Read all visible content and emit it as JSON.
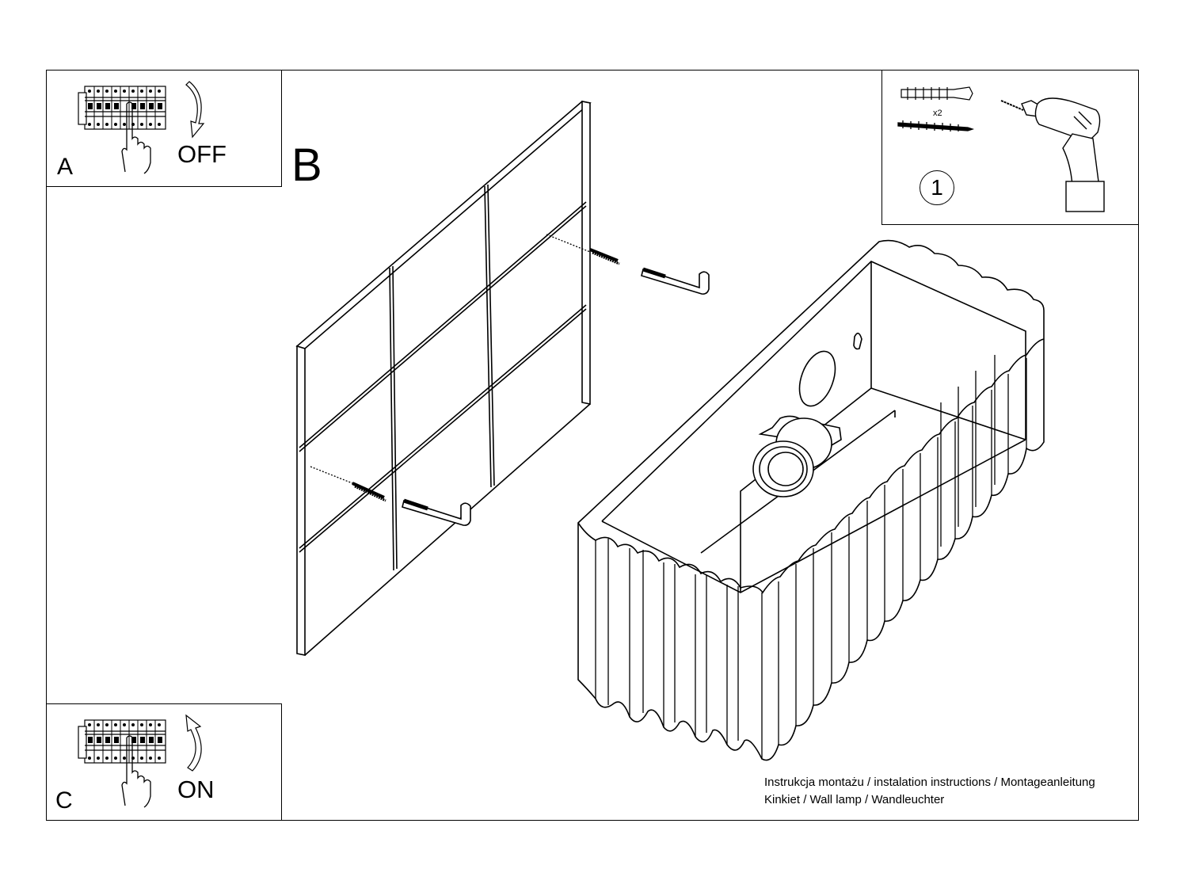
{
  "panels": {
    "a": {
      "letter": "A",
      "state": "OFF"
    },
    "b": {
      "letter": "B"
    },
    "c": {
      "letter": "C",
      "state": "ON"
    }
  },
  "tools": {
    "quantity": "x2",
    "step_number": "1"
  },
  "caption": {
    "line1": "Instrukcja montażu / instalation instructions / Montageanleitung",
    "line2": "Kinkiet / Wall lamp / Wandleuchter"
  },
  "icons": [
    "circuit-breaker-icon",
    "hand-icon",
    "curved-arrow-down-icon",
    "curved-arrow-up-icon",
    "wall-plug-icon",
    "screw-icon",
    "drill-icon",
    "wall-plate-icon",
    "l-hook-icon",
    "lamp-body-icon",
    "lamp-socket-icon"
  ]
}
